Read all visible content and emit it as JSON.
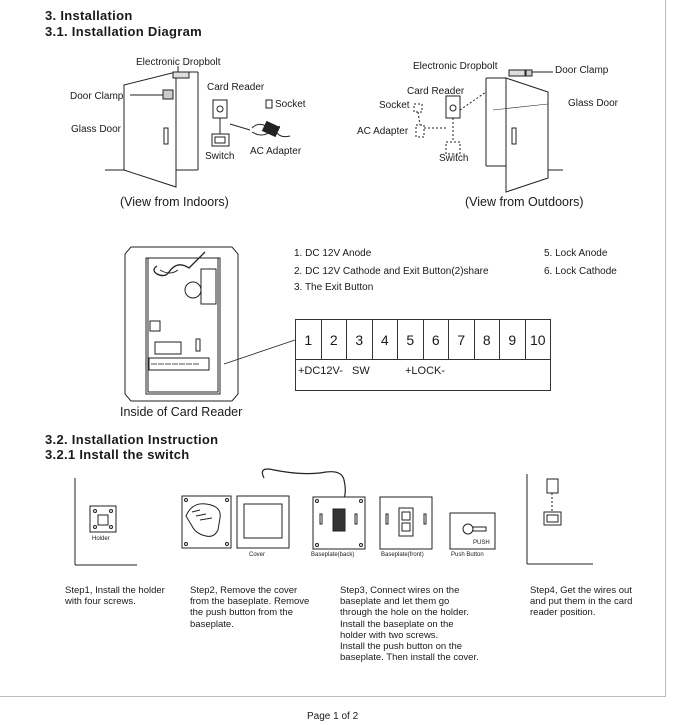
{
  "headings": {
    "section": "3. Installation",
    "diagram": "3.1. Installation Diagram",
    "instruction": "3.2. Installation Instruction",
    "switch": "3.2.1  Install the switch"
  },
  "indoor": {
    "dropbolt": "Electronic Dropbolt",
    "door_clamp": "Door Clamp",
    "card_reader": "Card Reader",
    "socket": "Socket",
    "glass_door": "Glass Door",
    "switch": "Switch",
    "ac_adapter": "AC Adapter",
    "caption": "(View from Indoors)"
  },
  "outdoor": {
    "dropbolt": "Electronic Dropbolt",
    "door_clamp": "Door Clamp",
    "card_reader": "Card Reader",
    "glass_door": "Glass Door",
    "socket": "Socket",
    "ac_adapter": "AC Adapter",
    "switch": "Switch",
    "caption": "(View from Outdoors)"
  },
  "wiring": {
    "notes_left": [
      "1. DC 12V Anode",
      "2. DC 12V Cathode and Exit Button(2)share",
      "3. The Exit Button"
    ],
    "notes_right": [
      "5. Lock Anode",
      "6. Lock Cathode"
    ],
    "pins": [
      "1",
      "2",
      "3",
      "4",
      "5",
      "6",
      "7",
      "8",
      "9",
      "10"
    ],
    "labels": [
      "+DC12V-",
      "SW",
      "+LOCK-"
    ],
    "caption": "Inside of Card Reader"
  },
  "parts": {
    "holder": "Holder",
    "cover": "Cover",
    "baseplate_back": "Baseplate(back)",
    "baseplate_front": "Baseplate(front)",
    "push_button": "Push Button",
    "push_text": "PUSH"
  },
  "steps": {
    "step1": "Step1, Install the holder\n with four screws.",
    "step2": "Step2, Remove the cover\nfrom the baseplate. Remove\nthe push button from the\nbaseplate.",
    "step3": "Step3, Connect wires on the\nbaseplate and let them go\nthrough the hole on the holder.\nInstall the baseplate on the\nholder with two screws.\nInstall the push button on the\nbaseplate. Then install the cover.",
    "step4": "Step4, Get the wires out\nand put them in the card\nreader position."
  },
  "footer": {
    "page": "Page 1 of 2"
  }
}
